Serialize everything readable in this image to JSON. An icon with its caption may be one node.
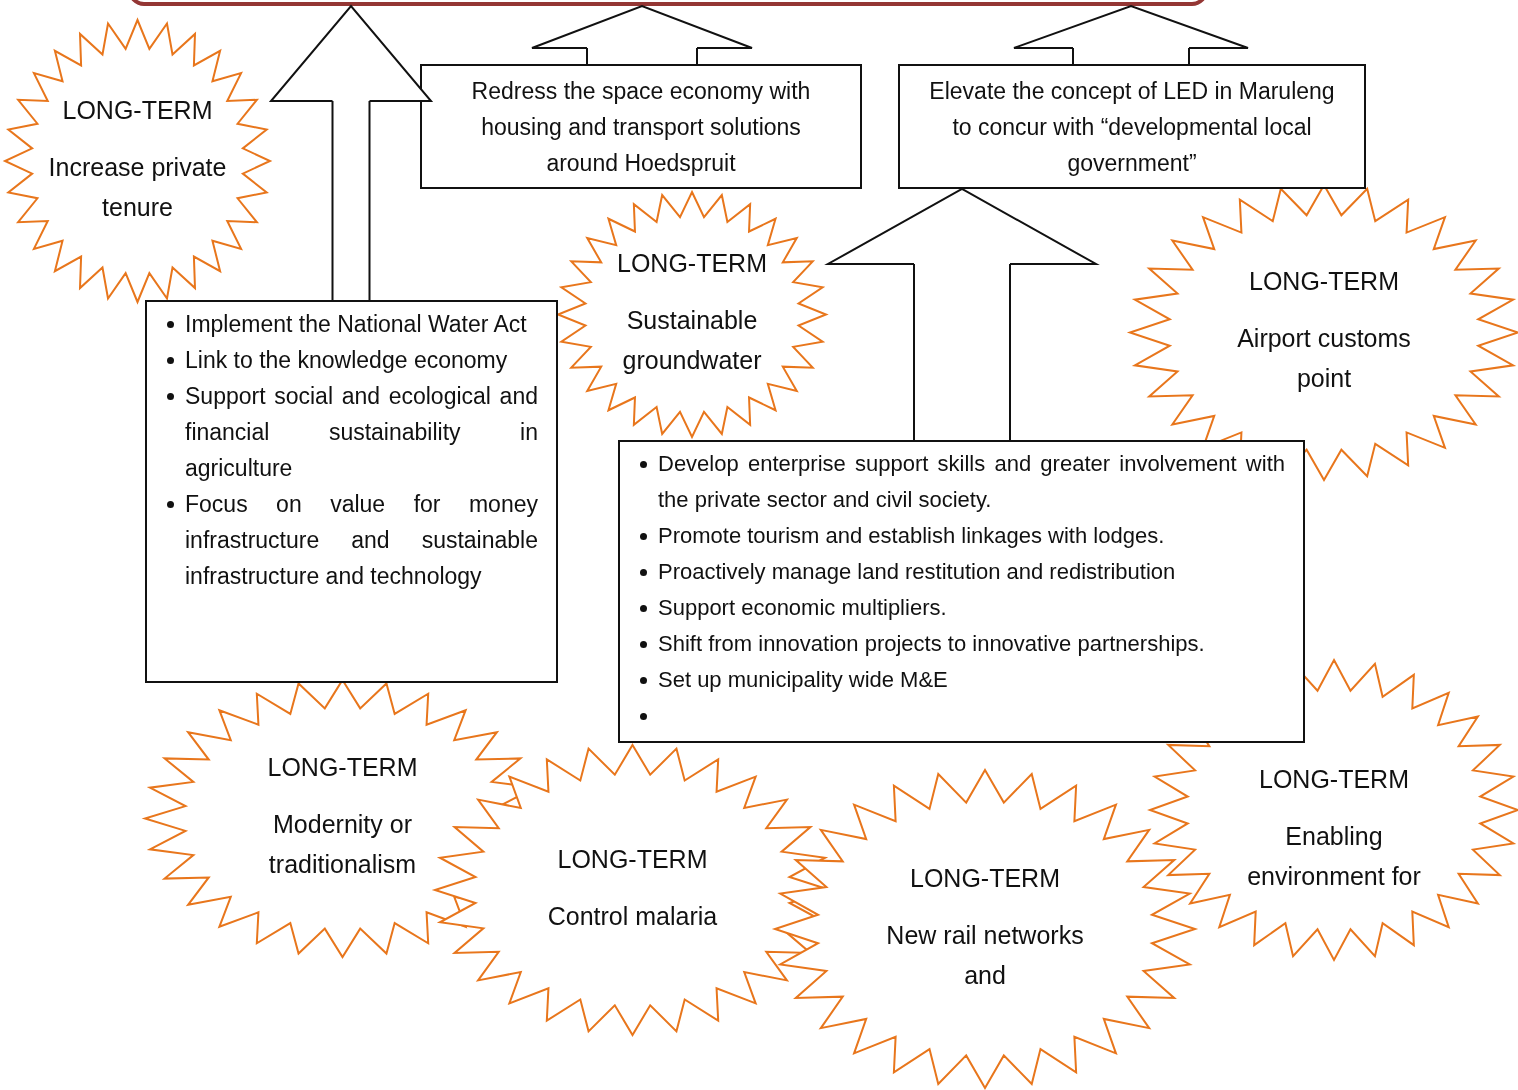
{
  "diagram": {
    "nodes": [
      {
        "text": [],
        "shape": "box"
      },
      {
        "text": [
          "LONG-TERM",
          "Increase private tenure"
        ]
      },
      {
        "text": [
          "Implement the National Water Act",
          "Link to the knowledge economy",
          "Support social and ecological and financial sustainability in agriculture",
          "Focus on value for money infrastructure and sustainable infrastructure and technology"
        ]
      },
      {
        "text": [
          "Redress the space economy with housing and transport solutions around Hoedspruit"
        ]
      },
      {
        "text": [
          "Elevate the concept of LED in Maruleng to concur with “developmental local government”"
        ]
      },
      {
        "text": [
          "LONG-TERM",
          "Sustainable groundwater"
        ]
      },
      {
        "text": [
          "LONG-TERM",
          "Airport customs point"
        ]
      },
      {
        "text": [
          "Develop enterprise support skills and greater involvement with the private sector and civil society.",
          "Promote tourism and establish linkages with lodges.",
          "Proactively manage land restitution and redistribution",
          "Support economic multipliers.",
          "Shift from innovation projects to innovative partnerships.",
          "Set up municipality wide M&E"
        ]
      },
      {
        "text": [
          "LONG-TERM",
          "Modernity or traditionalism"
        ]
      },
      {
        "text": [
          "LONG-TERM",
          "Control malaria"
        ]
      },
      {
        "text": [
          "LONG-TERM",
          "New rail networks and"
        ]
      },
      {
        "text": [
          "LONG-TERM",
          "Enabling environment for"
        ]
      }
    ],
    "edges": [
      {
        "from": 2,
        "to": 0,
        "arrow": "to"
      },
      {
        "from": 3,
        "to": 0,
        "arrow": "to"
      },
      {
        "from": 4,
        "to": 0,
        "arrow": "to"
      },
      {
        "from": 7,
        "to": 4,
        "arrow": "to"
      }
    ]
  }
}
